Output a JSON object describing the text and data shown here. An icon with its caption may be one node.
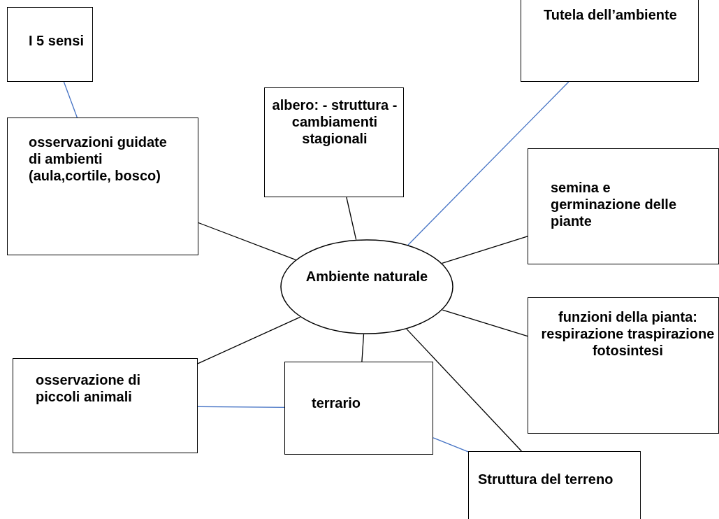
{
  "diagram": {
    "nodes": [
      {
        "text": [
          "I 5 sensi"
        ]
      },
      {
        "text": [
          "osservazioni guidate di ambienti (aula,cortile, bosco)"
        ]
      },
      {
        "text": [
          "albero: - struttura - cambiamenti stagionali"
        ]
      },
      {
        "text": [
          "Tutela dell’ambiente"
        ]
      },
      {
        "text": [
          "semina e germinazione delle piante"
        ]
      },
      {
        "text": [
          "Ambiente naturale"
        ]
      },
      {
        "text": [
          "funzioni della pianta: respirazione traspirazione fotosintesi"
        ]
      },
      {
        "text": [
          "osservazione di piccoli animali"
        ]
      },
      {
        "text": [
          "terrario"
        ]
      },
      {
        "text": [
          "Struttura del terreno"
        ]
      }
    ],
    "edges": [
      {
        "from": 0,
        "to": 1,
        "arrow": "none",
        "color": "#4472c4"
      },
      {
        "from": 1,
        "to": 5,
        "arrow": "none"
      },
      {
        "from": 2,
        "to": 5,
        "arrow": "none"
      },
      {
        "from": 3,
        "to": 5,
        "arrow": "none",
        "color": "#4472c4"
      },
      {
        "from": 4,
        "to": 5,
        "arrow": "none"
      },
      {
        "from": 5,
        "to": 6,
        "arrow": "none"
      },
      {
        "from": 5,
        "to": 7,
        "arrow": "none"
      },
      {
        "from": 5,
        "to": 8,
        "arrow": "none"
      },
      {
        "from": 5,
        "to": 9,
        "arrow": "none"
      },
      {
        "from": 7,
        "to": 8,
        "arrow": "none",
        "color": "#4472c4"
      },
      {
        "from": 8,
        "to": 9,
        "arrow": "none",
        "color": "#4472c4"
      }
    ]
  }
}
